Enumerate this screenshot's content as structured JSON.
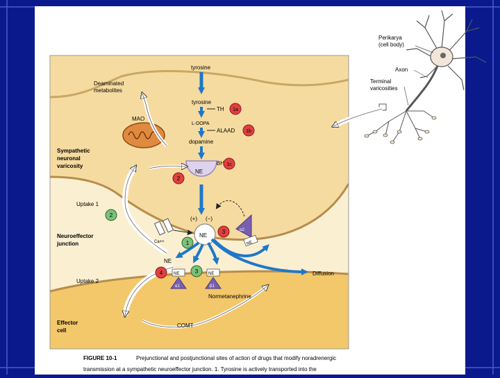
{
  "colors": {
    "slide_bg": "#0a1a8c",
    "border_line": "#4a5ad8",
    "page": "#ffffff",
    "neuron_fill": "#f6dba0",
    "cleft_fill": "#fbefd2",
    "effector_fill": "#f3c86a",
    "pathway_blue": "#1e78c8",
    "enzyme_red": "#e04040",
    "uptake_green": "#7cc07c",
    "vesicle_fill": "#ddd3ec",
    "receptor_purple": "#7860b0",
    "mito_fill": "#e08a40"
  },
  "neuron": {
    "perikarya": "Perikarya",
    "cell_body": "(cell body)",
    "axon": "Axon",
    "terminal": "Terminal",
    "varicosities": "varicosities"
  },
  "synthesis": {
    "tyrosine_top": "tyrosine",
    "tyrosine": "tyrosine",
    "ldopa": "L-DOPA",
    "dopamine": "dopamine",
    "th": "TH",
    "alaad": "ALAAD",
    "dbh": "DBH"
  },
  "labels": {
    "deaminated_1": "Deaminated",
    "deaminated_2": "metabolites",
    "mao": "MAO",
    "ne": "NE",
    "ca": "Ca++",
    "plus": "(+)",
    "minus": "(−)",
    "diffusion": "Diffusion",
    "normetanephrine": "Normetanephrine",
    "comt": "COMT",
    "uptake1": "Uptake 1",
    "uptake2": "Uptake 2",
    "alpha1": "α1",
    "beta1": "β1",
    "alpha2": "α2"
  },
  "regions": {
    "sympathetic_1": "Sympathetic",
    "sympathetic_2": "neuronal",
    "sympathetic_3": "varicosity",
    "neuroeffector_1": "Neuroeffector",
    "neuroeffector_2": "junction",
    "effector_1": "Effector",
    "effector_2": "cell"
  },
  "badges": {
    "b1a": "1a",
    "b1b": "1b",
    "b1c": "1c",
    "b2_vesicle": "2",
    "b2_uptake": "2",
    "b3_release": "3",
    "b1_ne": "1",
    "b4": "4",
    "b3_receptor": "3"
  },
  "caption": {
    "figure": "FIGURE 10-1",
    "line1": "Prejunctional and postjunctional sites of action of drugs that modify noradrenergic",
    "line2": "transmission at a sympathetic neuroeffector junction. 1. Tyrosine is actively transported into the"
  }
}
